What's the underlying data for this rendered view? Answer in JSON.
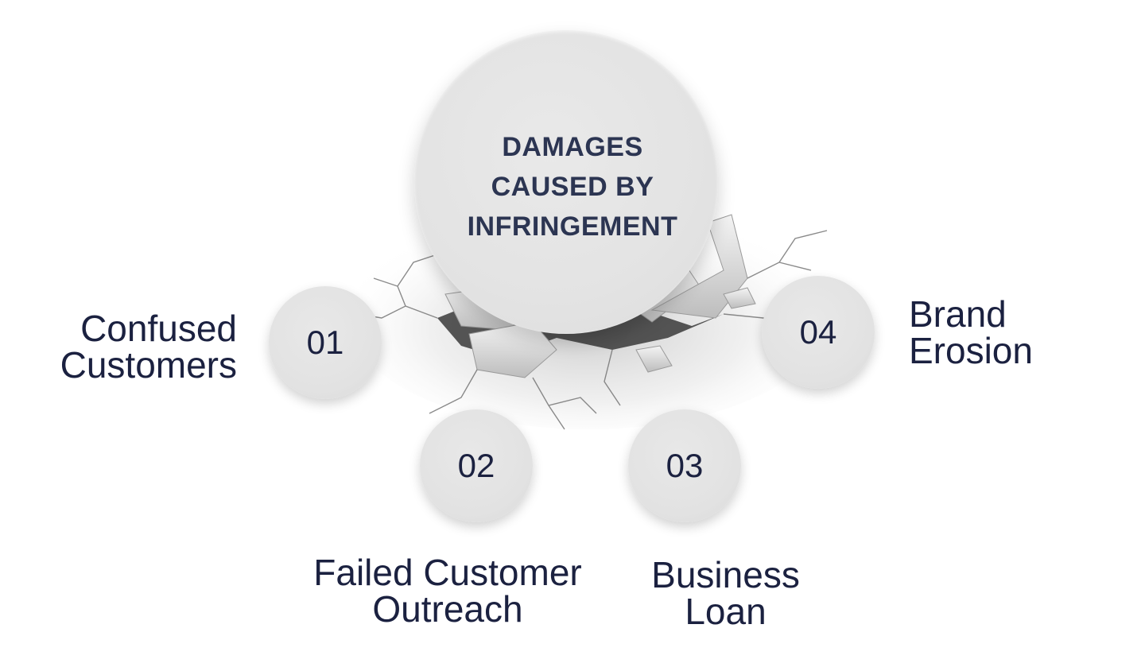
{
  "diagram": {
    "center": {
      "title": "DAMAGES\nCAUSED BY\nINFRINGEMENT"
    },
    "items": [
      {
        "number": "01",
        "label_lines": [
          "Confused",
          "Customers"
        ]
      },
      {
        "number": "02",
        "label_lines": [
          "Failed Customer",
          "Outreach"
        ]
      },
      {
        "number": "03",
        "label_lines": [
          "Business",
          "Loan"
        ]
      },
      {
        "number": "04",
        "label_lines": [
          "Brand",
          "Erosion"
        ]
      }
    ]
  },
  "colors": {
    "text": "#1b2140",
    "title": "#2c3552",
    "circle": "#e3e3e3"
  },
  "icons": {
    "background_art": "cracked-ground-icon"
  }
}
